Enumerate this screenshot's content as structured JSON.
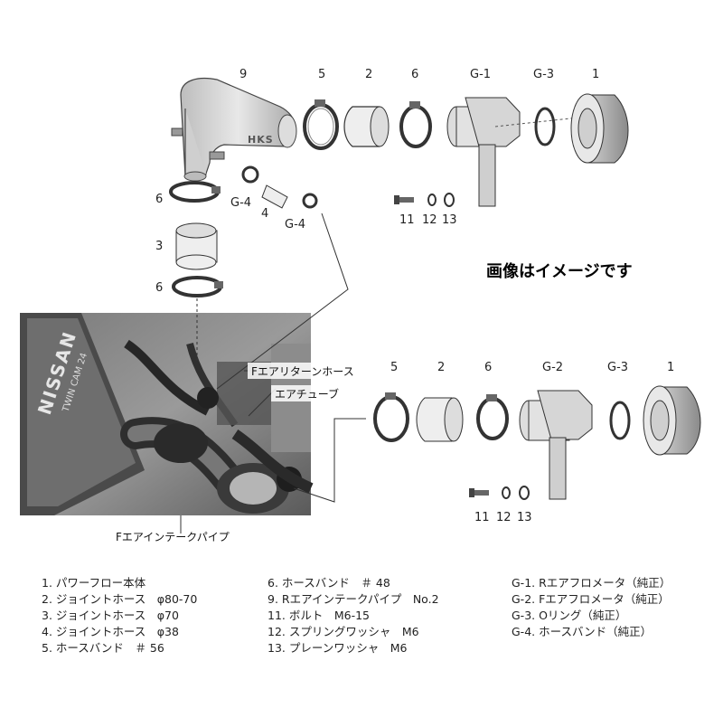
{
  "top_assembly": {
    "num_9": "9",
    "num_5": "5",
    "num_2": "2",
    "num_6": "6",
    "num_g1": "G-1",
    "num_g3": "G-3",
    "num_1": "1",
    "num_6b": "6",
    "num_3": "3",
    "num_6c": "6",
    "num_g4a": "G-4",
    "num_4": "4",
    "num_g4b": "G-4",
    "num_11": "11",
    "num_12": "12",
    "num_13": "13",
    "hks_text": "HKS"
  },
  "bottom_assembly": {
    "num_5": "5",
    "num_2": "2",
    "num_6": "6",
    "num_g2": "G-2",
    "num_g3": "G-3",
    "num_1": "1",
    "num_11": "11",
    "num_12": "12",
    "num_13": "13"
  },
  "photo": {
    "label_return_hose": "Fエアリターンホース",
    "label_air_tube": "エアチューブ",
    "label_intake_pipe": "Fエアインテークパイプ",
    "engine_text": "NISSAN",
    "engine_cover_text": "TWIN CAM 24"
  },
  "note": "画像はイメージです",
  "legend": {
    "col1": [
      "1. パワーフロー本体",
      "2. ジョイントホース　φ80-70",
      "3. ジョイントホース　φ70",
      "4. ジョイントホース　φ38",
      "5. ホースバンド　＃ 56"
    ],
    "col2": [
      "6. ホースバンド　＃ 48",
      "9. Rエアインテークパイプ　No.2",
      "11. ボルト　M6-15",
      "12. スプリングワッシャ　M6",
      "13. プレーンワッシャ　M6"
    ],
    "col3": [
      "G-1. Rエアフロメータ（純正）",
      "G-2. Fエアフロメータ（純正）",
      "G-3. Oリング（純正）",
      "G-4. ホースバンド（純正）"
    ]
  }
}
